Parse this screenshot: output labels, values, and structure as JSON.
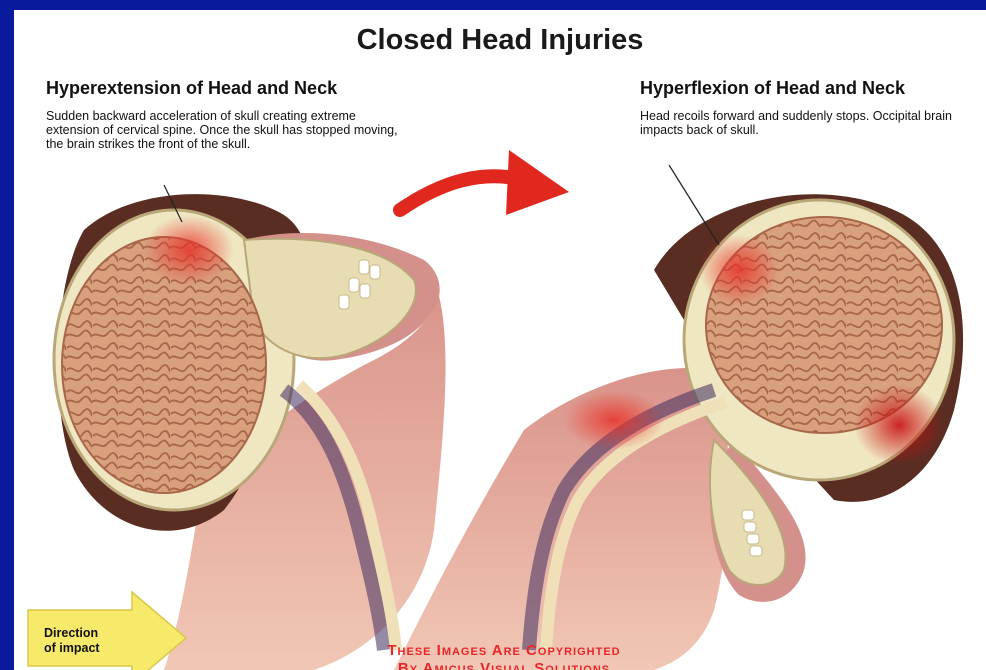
{
  "title": "Closed Head Injuries",
  "left": {
    "heading": "Hyperextension of Head and Neck",
    "description": "Sudden backward acceleration of skull creating extreme extension of cervical spine.  Once the skull has stopped moving, the brain strikes the front of the skull."
  },
  "right": {
    "heading": "Hyperflexion of Head and Neck",
    "description": "Head recoils forward and suddenly stops. Occipital brain impacts back of skull."
  },
  "impact_arrow": {
    "label_line1": "Direction",
    "label_line2": "of impact"
  },
  "copyright": {
    "line1": "These Images Are Copyrighted",
    "line2": "By Amicus Visual Solutions"
  },
  "colors": {
    "border": "#0a1a9c",
    "arrow": "#e0281e",
    "impact_arrow": "#f7e96a",
    "skin": "#d99488",
    "hair": "#5a2d22",
    "brain": "#d9a080",
    "skull": "#efe6c2"
  }
}
